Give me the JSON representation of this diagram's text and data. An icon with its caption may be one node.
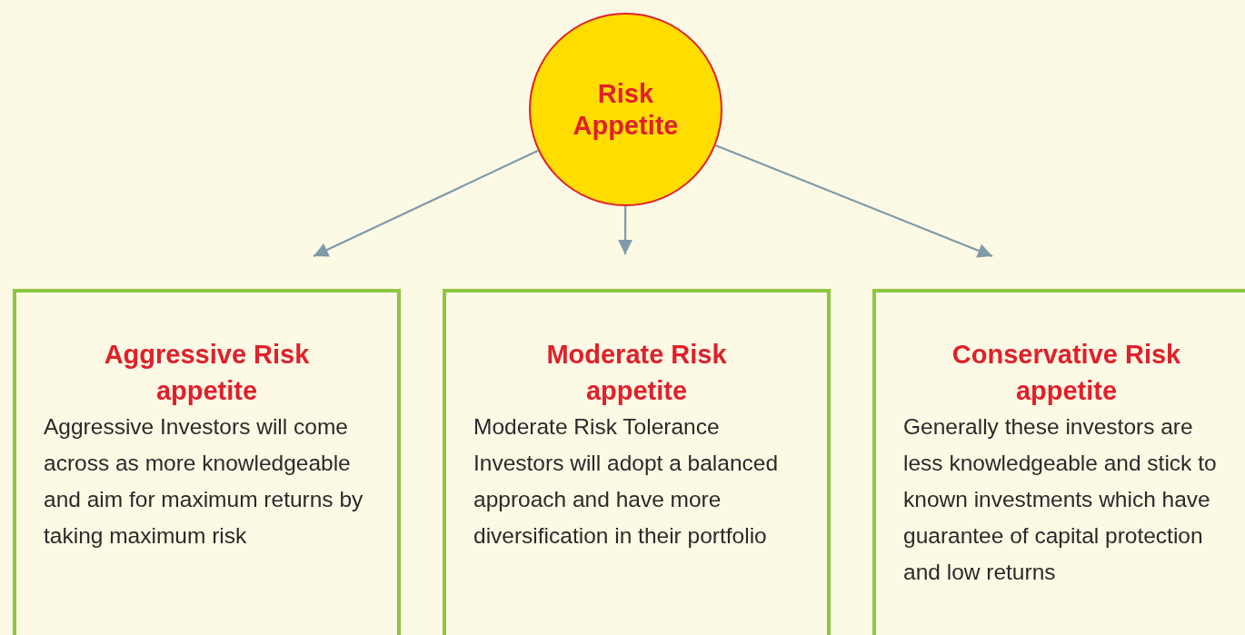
{
  "diagram": {
    "nodes": [
      {
        "text": [
          "Risk Appetite"
        ]
      },
      {
        "text": [
          "Aggressive Risk appetite",
          "Aggressive Investors will come across as more knowledgeable and aim for maximum returns by taking maximum risk"
        ]
      },
      {
        "text": [
          "Moderate Risk appetite",
          "Moderate Risk Tolerance Investors will adopt a balanced approach and have more diversification in their portfolio"
        ]
      },
      {
        "text": [
          "Conservative Risk appetite",
          "Generally these investors are less knowledgeable and stick to known investments which have guarantee of capital protection and low returns"
        ]
      }
    ],
    "edges": [
      {
        "from": 0,
        "to": 1,
        "arrow": "to"
      },
      {
        "from": 0,
        "to": 2,
        "arrow": "to"
      },
      {
        "from": 0,
        "to": 3,
        "arrow": "to"
      }
    ]
  }
}
